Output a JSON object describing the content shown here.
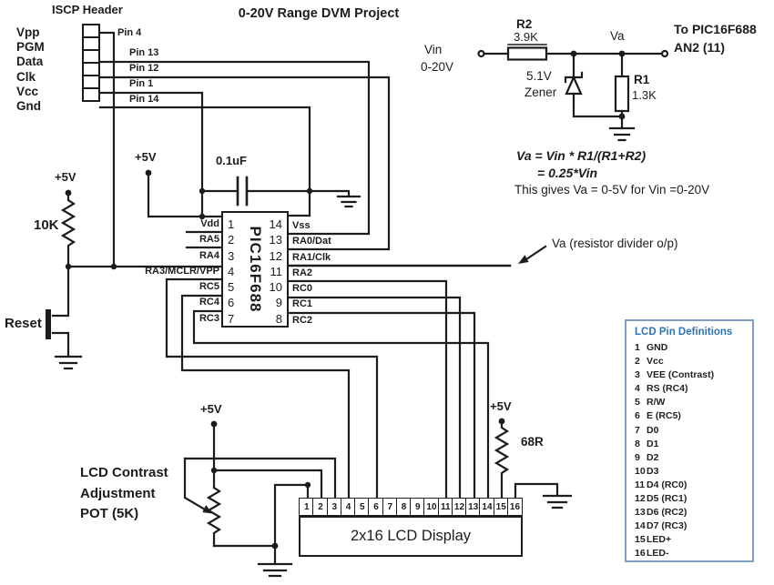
{
  "title": "0-20V Range DVM Project",
  "iscp": {
    "title": "ISCP Header",
    "pins": [
      "Vpp",
      "PGM",
      "Data",
      "Clk",
      "Vcc",
      "Gnd"
    ],
    "wire_labels": [
      "Pin 4",
      "Pin 13",
      "Pin 12",
      "Pin 1",
      "Pin 14"
    ]
  },
  "power": {
    "rail": "+5V",
    "pullup": "10K",
    "reset": "Reset",
    "cap": "0.1uF",
    "backlight_res": "68R"
  },
  "divider": {
    "vin": "Vin",
    "vin_range": "0-20V",
    "r2": "R2",
    "r2_val": "3.9K",
    "va": "Va",
    "dest1": "To PIC16F688",
    "dest2": "AN2 (11)",
    "zener1": "5.1V",
    "zener2": "Zener",
    "r1": "R1",
    "r1_val": "1.3K",
    "eq1": "Va = Vin * R1/(R1+R2)",
    "eq2": "= 0.25*Vin",
    "eq3": "This gives Va = 0-5V for Vin =0-20V",
    "note": "Va (resistor divider o/p)"
  },
  "chip": {
    "name": "PIC16F688",
    "left_numbers": [
      "1",
      "2",
      "3",
      "4",
      "5",
      "6",
      "7"
    ],
    "right_numbers": [
      "14",
      "13",
      "12",
      "11",
      "10",
      "9",
      "8"
    ],
    "left_labels": [
      "Vdd",
      "RA5",
      "RA4",
      "RA3/MCLR/VPP",
      "RC5",
      "RC4",
      "RC3"
    ],
    "right_labels": [
      "Vss",
      "RA0/Dat",
      "RA1/Clk",
      "RA2",
      "RC0",
      "RC1",
      "RC2"
    ]
  },
  "pot": {
    "line1": "LCD Contrast",
    "line2": "Adjustment",
    "line3": "POT (5K)"
  },
  "lcd": {
    "pin_numbers": [
      "1",
      "2",
      "3",
      "4",
      "5",
      "6",
      "7",
      "8",
      "9",
      "10",
      "11",
      "12",
      "13",
      "14",
      "15",
      "16"
    ],
    "label": "2x16 LCD Display"
  },
  "lcd_defs": {
    "title": "LCD Pin Definitions",
    "items": [
      {
        "n": "1",
        "label": "GND"
      },
      {
        "n": "2",
        "label": "Vcc"
      },
      {
        "n": "3",
        "label": "VEE (Contrast)"
      },
      {
        "n": "4",
        "label": "RS (RC4)"
      },
      {
        "n": "5",
        "label": "R/W"
      },
      {
        "n": "6",
        "label": "E (RC5)"
      },
      {
        "n": "7",
        "label": "D0"
      },
      {
        "n": "8",
        "label": "D1"
      },
      {
        "n": "9",
        "label": "D2"
      },
      {
        "n": "10",
        "label": "D3"
      },
      {
        "n": "11",
        "label": "D4 (RC0)"
      },
      {
        "n": "12",
        "label": "D5 (RC1)"
      },
      {
        "n": "13",
        "label": "D6 (RC2)"
      },
      {
        "n": "14",
        "label": "D7 (RC3)"
      },
      {
        "n": "15",
        "label": "LED+"
      },
      {
        "n": "16",
        "label": "LED-"
      }
    ]
  },
  "colors": {
    "wire": "#1c1c1c",
    "defs_border": "#7da0c4",
    "defs_title": "#2e74b5"
  }
}
